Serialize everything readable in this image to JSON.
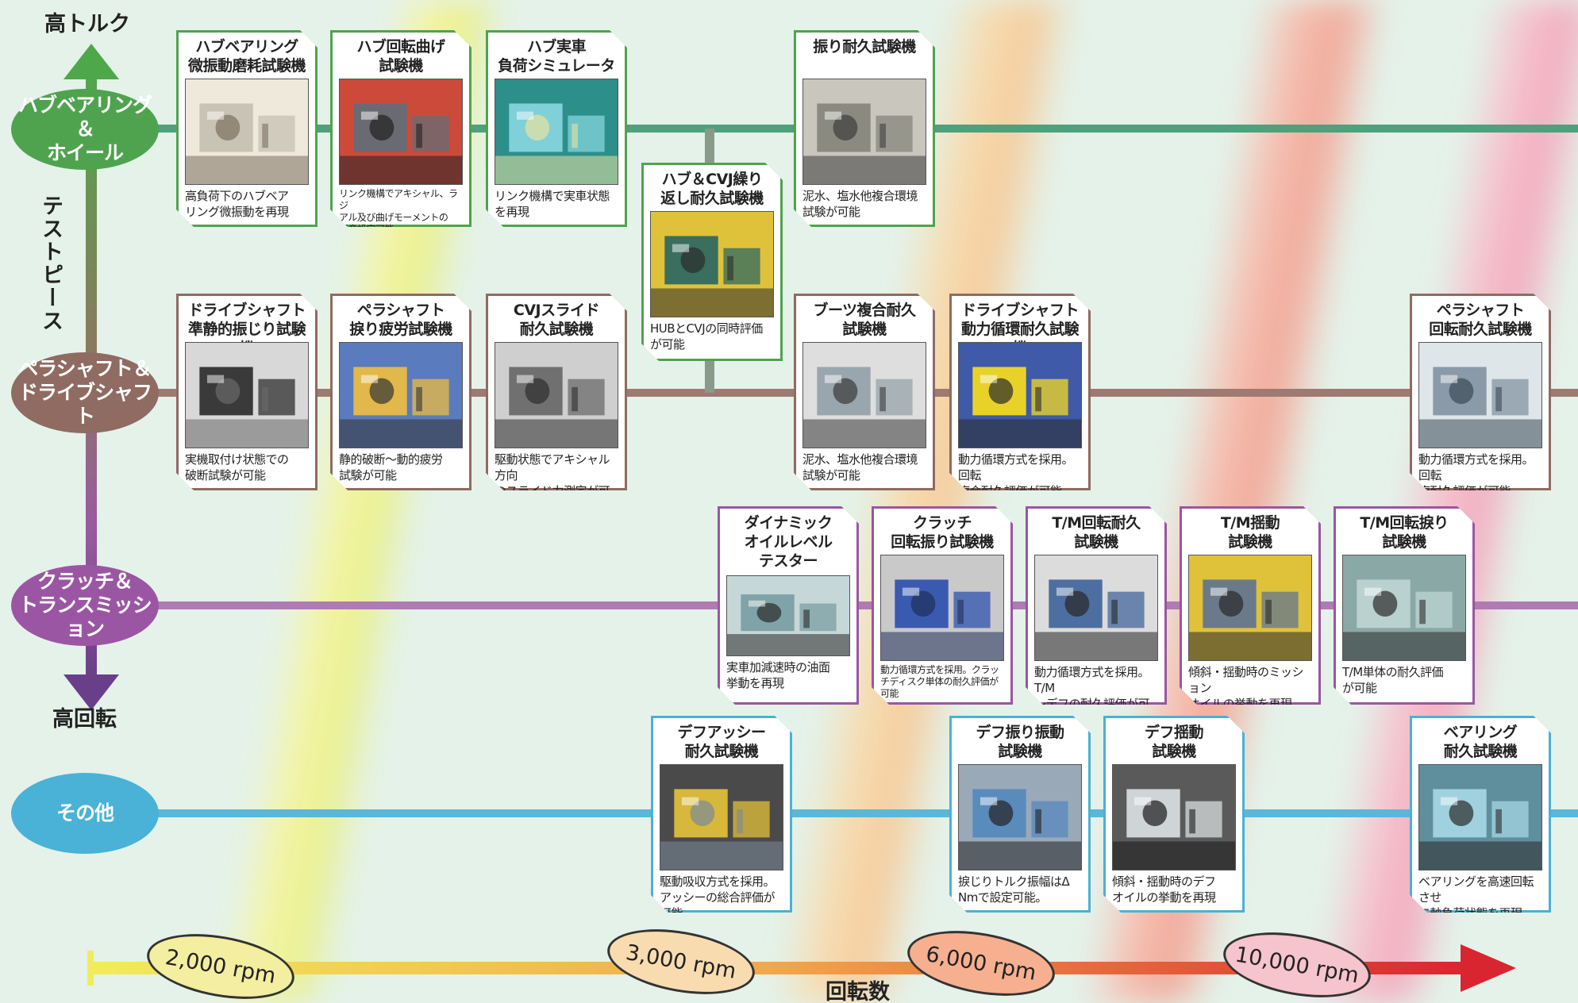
{
  "axis": {
    "top_label": "高トルク",
    "bottom_label": "高回転",
    "vertical_label": "テストピース",
    "x_axis_label": "回転数"
  },
  "categories": [
    {
      "label": "ハブベアリング＆\nホイール",
      "color": "#4fa34f",
      "line_color": "#4fa07c"
    },
    {
      "label": "ペラシャフト＆\nドライブシャフト",
      "color": "#8f6b62",
      "line_color": "#9e7a72"
    },
    {
      "label": "クラッチ＆\nトランスミッション",
      "color": "#9b56a3",
      "line_color": "#b07bb4"
    },
    {
      "label": "その他",
      "color": "#49b2d6",
      "line_color": "#5ab7d8"
    }
  ],
  "rpm_markers": [
    "2,000 rpm",
    "3,000 rpm",
    "6,000 rpm",
    "10,000 rpm"
  ],
  "rpm_colors": [
    "#f3eea0",
    "#f8dcb0",
    "#f6b08f",
    "#f6c4cc"
  ],
  "cards": [
    {
      "title": "ハブベアリング\n微振動磨耗試験機",
      "desc": "高負荷下のハブベア\nリング微振動を再現",
      "small": false,
      "group": 0
    },
    {
      "title": "ハブ回転曲げ\n試験機",
      "desc": "リンク機構でアキシャル、ラジ\nアル及び曲げモーメントの\n任意設定可能",
      "small": true,
      "group": 0
    },
    {
      "title": "ハブ実車\n負荷シミュレータ",
      "desc": "リンク機構で実車状態\nを再現",
      "small": false,
      "group": 0
    },
    {
      "title": "ハブ＆CVJ繰り\n返し耐久試験機",
      "desc": "HUBとCVJの同時評価\nが可能",
      "small": false,
      "group": 0
    },
    {
      "title": "振り耐久試験機",
      "desc": "泥水、塩水他複合環境\n試験が可能",
      "small": false,
      "group": 0
    },
    {
      "title": "ドライブシャフト\n準静的振じり試験機",
      "desc": "実機取付け状態での\n破断試験が可能",
      "small": false,
      "group": 1
    },
    {
      "title": "ペラシャフト\n捩り疲労試験機",
      "desc": "静的破断～動的疲労\n試験が可能",
      "small": false,
      "group": 1
    },
    {
      "title": "CVJスライド\n耐久試験機",
      "desc": "駆動状態でアキシャル方向\nのスライド力測定が可能",
      "small": false,
      "group": 1
    },
    {
      "title": "ブーツ複合耐久\n試験機",
      "desc": "泥水、塩水他複合環境\n試験が可能",
      "small": false,
      "group": 1
    },
    {
      "title": "ドライブシャフト\n動力循環耐久試験機",
      "desc": "動力循環方式を採用。回転\n複合耐久評価が可能",
      "small": false,
      "group": 1
    },
    {
      "title": "ペラシャフト\n回転耐久試験機",
      "desc": "動力循環方式を採用。回転\n複耐久評価が可能",
      "small": false,
      "group": 1
    },
    {
      "title": "ダイナミック\nオイルレベル\nテスター",
      "desc": "実車加減速時の油面\n挙動を再現",
      "small": false,
      "group": 2
    },
    {
      "title": "クラッチ\n回転振り試験機",
      "desc": "動力循環方式を採用。クラッ\nチディスク単体の耐久評価が\n可能",
      "small": true,
      "group": 2
    },
    {
      "title": "T/M回転耐久\n試験機",
      "desc": "動力循環方式を採用。T/M\n～デフの耐久評価が可能",
      "small": false,
      "group": 2
    },
    {
      "title": "T/M揺動\n試験機",
      "desc": "傾斜・揺動時のミッション\nオイルの挙動を再現",
      "small": false,
      "group": 2
    },
    {
      "title": "T/M回転捩り\n試験機",
      "desc": "T/M単体の耐久評価\nが可能",
      "small": false,
      "group": 2
    },
    {
      "title": "デフアッシー\n耐久試験機",
      "desc": "駆動吸収方式を採用。\nアッシーの総合評価が可能",
      "small": false,
      "group": 3
    },
    {
      "title": "デフ振り振動\n試験機",
      "desc": "捩じりトルク振幅はΔ\nNmで設定可能。",
      "small": false,
      "group": 3
    },
    {
      "title": "デフ揺動\n試験機",
      "desc": "傾斜・揺動時のデフ\nオイルの挙動を再現",
      "small": false,
      "group": 3
    },
    {
      "title": "ベアリング\n耐久試験機",
      "desc": "ベアリングを高速回転させ\n二軸負荷状態を再現",
      "small": false,
      "group": 3
    }
  ],
  "icons": {
    "up_arrow": "arrow-up-icon",
    "down_arrow": "arrow-down-icon",
    "right_arrow": "arrow-right-icon"
  }
}
